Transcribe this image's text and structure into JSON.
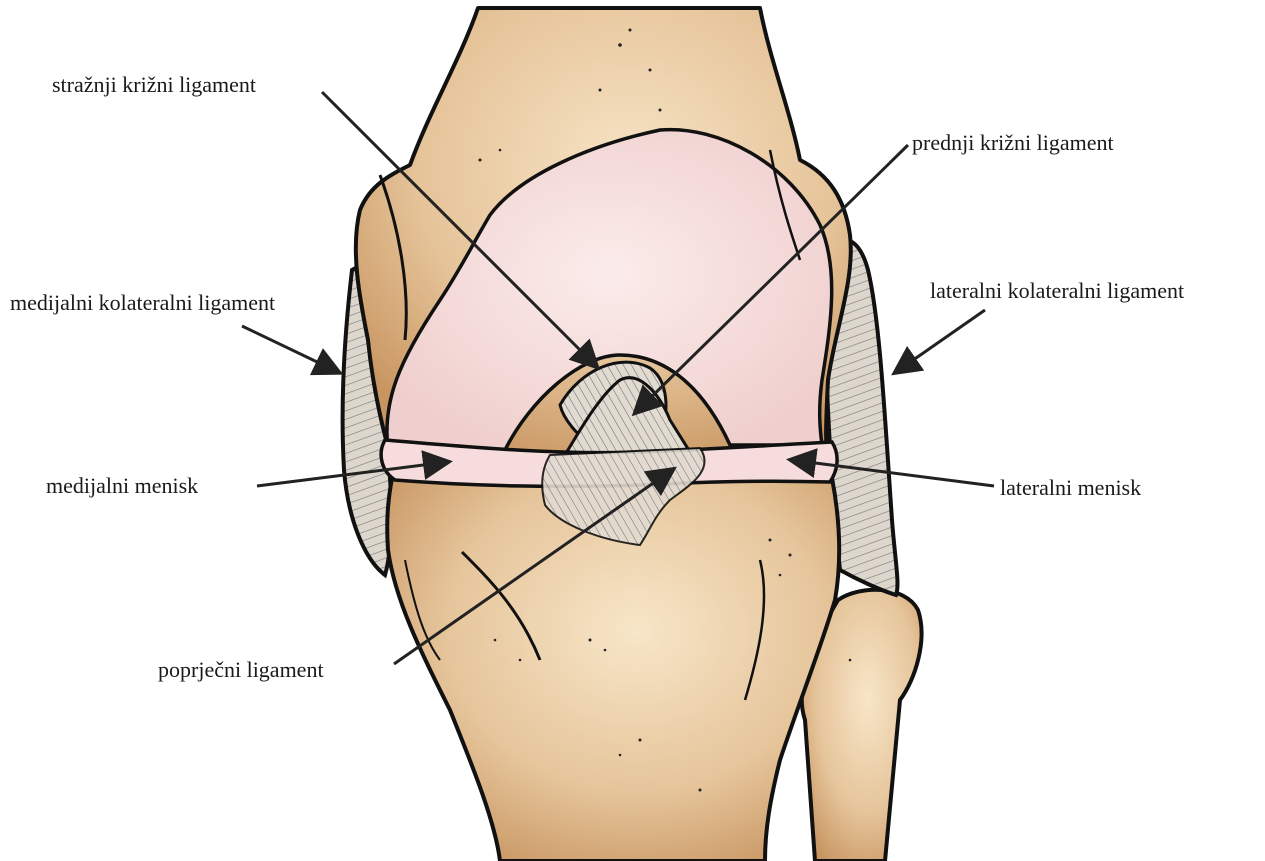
{
  "labels": {
    "posterior_cruciate": "stražnji križni ligament",
    "anterior_cruciate": "prednji križni ligament",
    "medial_collateral": "medijalni kolateralni ligament",
    "lateral_collateral": "lateralni kolateralni ligament",
    "medial_meniscus": "medijalni menisk",
    "lateral_meniscus": "lateralni menisk",
    "transverse_ligament": "poprječni ligament"
  },
  "colors": {
    "bone": "#e8c9a0",
    "bone_shadow": "#c99a66",
    "cartilage": "#f3d8d6",
    "ligament": "#d9d2c8",
    "outline": "#111111",
    "arrow": "#222222"
  }
}
